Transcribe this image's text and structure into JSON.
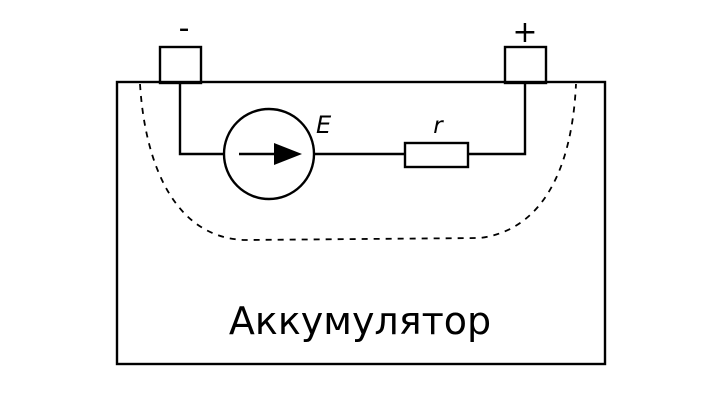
{
  "diagram": {
    "title": "Аккумулятор",
    "terminals": {
      "negative": "-",
      "positive": "+"
    },
    "emf_label": "E",
    "resistor_label": "r"
  }
}
